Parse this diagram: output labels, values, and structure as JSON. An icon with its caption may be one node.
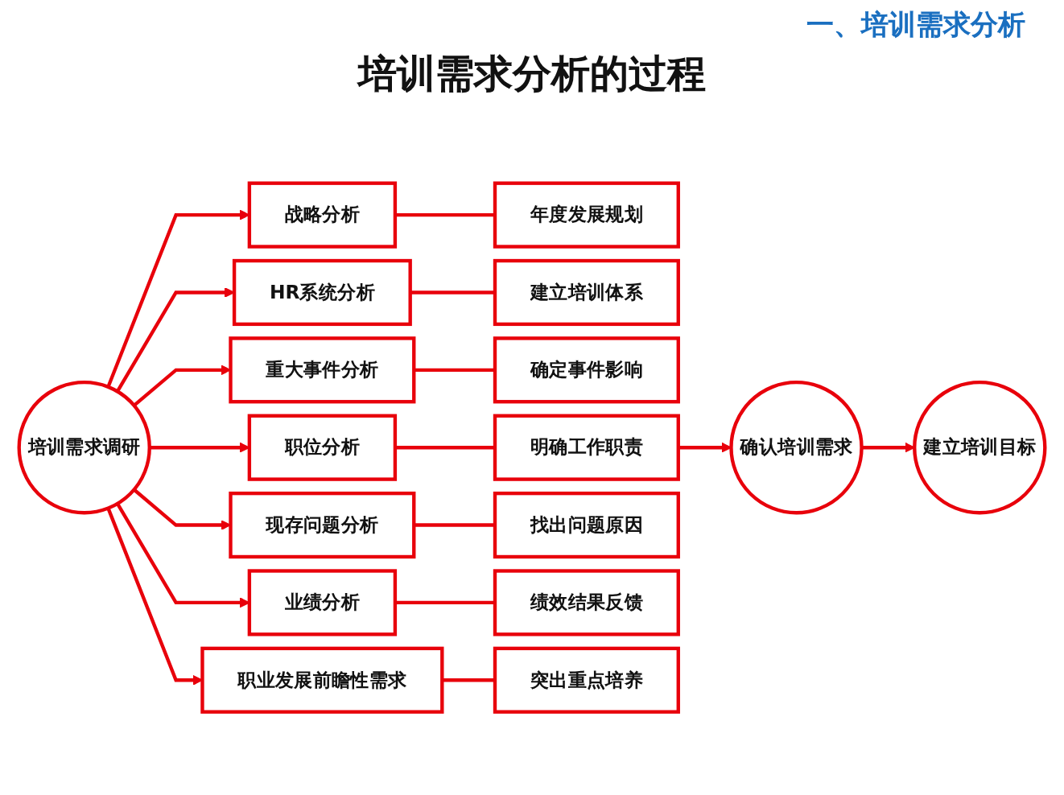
{
  "diagram": {
    "title": "培训需求分析的过程",
    "nodes": [
      {
        "text": [
          "培训需求调研"
        ]
      },
      {
        "text": [
          "战略分析"
        ]
      },
      {
        "text": [
          "年度发展规划"
        ]
      },
      {
        "text": [
          "HR系统分析"
        ]
      },
      {
        "text": [
          "建立培训体系"
        ]
      },
      {
        "text": [
          "重大事件分析"
        ]
      },
      {
        "text": [
          "确定事件影响"
        ]
      },
      {
        "text": [
          "职位分析"
        ]
      },
      {
        "text": [
          "明确工作职责"
        ]
      },
      {
        "text": [
          "现存问题分析"
        ]
      },
      {
        "text": [
          "找出问题原因"
        ]
      },
      {
        "text": [
          "业绩分析"
        ]
      },
      {
        "text": [
          "绩效结果反馈"
        ]
      },
      {
        "text": [
          "职业发展前瞻性需求"
        ]
      },
      {
        "text": [
          "突出重点培养"
        ]
      },
      {
        "text": [
          "确认培训需求"
        ]
      },
      {
        "text": [
          "建立培训目标"
        ]
      }
    ],
    "edges": [
      {
        "from": 0,
        "to": 1,
        "arrow": "to"
      },
      {
        "from": 0,
        "to": 3,
        "arrow": "to"
      },
      {
        "from": 0,
        "to": 5,
        "arrow": "to"
      },
      {
        "from": 0,
        "to": 7,
        "arrow": "to"
      },
      {
        "from": 0,
        "to": 9,
        "arrow": "to"
      },
      {
        "from": 0,
        "to": 11,
        "arrow": "to"
      },
      {
        "from": 0,
        "to": 13,
        "arrow": "to"
      },
      {
        "from": 1,
        "to": 2,
        "arrow": "none"
      },
      {
        "from": 3,
        "to": 4,
        "arrow": "none"
      },
      {
        "from": 5,
        "to": 6,
        "arrow": "none"
      },
      {
        "from": 7,
        "to": 8,
        "arrow": "none"
      },
      {
        "from": 9,
        "to": 10,
        "arrow": "none"
      },
      {
        "from": 11,
        "to": 12,
        "arrow": "none"
      },
      {
        "from": 13,
        "to": 14,
        "arrow": "none"
      },
      {
        "from": 8,
        "to": 15,
        "arrow": "to"
      },
      {
        "from": 15,
        "to": 16,
        "arrow": "to"
      }
    ],
    "labels": [
      "一、培训需求分析"
    ]
  }
}
